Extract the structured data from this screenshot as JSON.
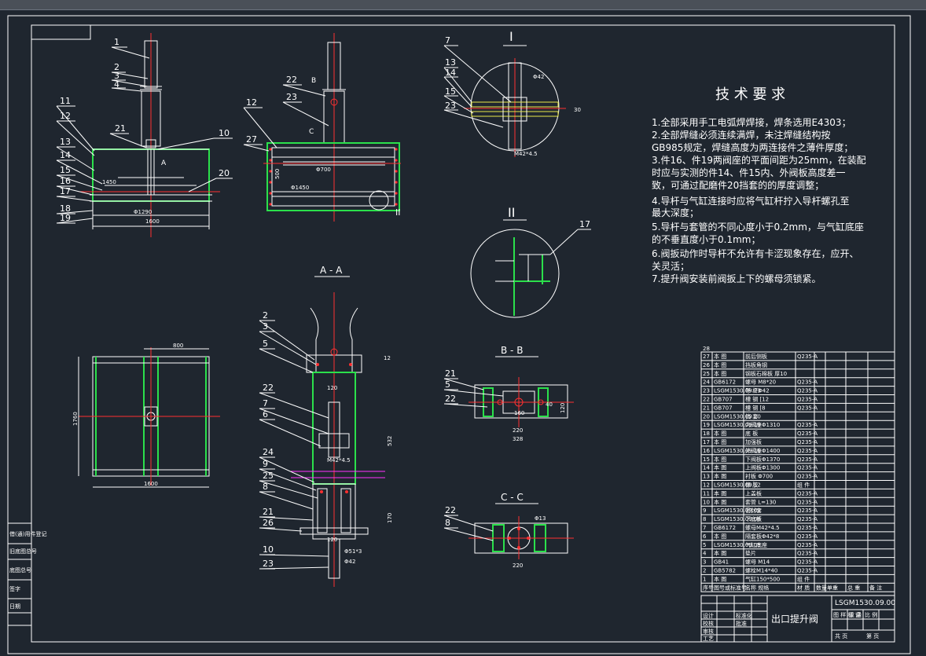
{
  "colors": {
    "background": "#1f262f",
    "line": "#ffffff",
    "weld": "#2be04b",
    "center": "#ff3030",
    "dim": "#ff33ff"
  },
  "drawing": {
    "title": "出口提升阀",
    "number": "LSGM1530.09.00",
    "section_I": "I",
    "section_II": "II",
    "section_AA": "A - A",
    "section_BB": "B - B",
    "section_CC": "C - C"
  },
  "requirements": {
    "heading": "技 术 要 求",
    "lines": [
      "1.全部采用手工电弧焊焊接，焊条选用E4303；",
      "2.全部焊缝必须连续满焊，未注焊缝结构按",
      "  GB985规定，焊缝高度为两连接件之薄件厚度；",
      "3.件16、件19两阀座的平面间距为25mm，在装配",
      "  时应与实测的件14、件15内、外阀板高度差一",
      "  致，可通过配磨件20挡套的的厚度调整；",
      "4.导杆与气缸连接时应将气缸杆拧入导杆螺孔至",
      "  最大深度；",
      "5.导杆与套管的不同心度小于0.2mm，与气缸底座",
      "  的不垂直度小于0.1mm；",
      "6.阀扳动作时导杆不允许有卡涩现象存在，应开、",
      "  关灵活；",
      "7.提升阀安装前阀扳上下的螺母须锁紧。"
    ]
  },
  "front_view": {
    "labels": [
      "1",
      "2",
      "3",
      "4",
      "11",
      "12",
      "21",
      "10",
      "13",
      "14",
      "15",
      "16",
      "17",
      "18",
      "19",
      "20"
    ],
    "dims": [
      "1450",
      "Φ1290",
      "1600",
      "A"
    ]
  },
  "side_view": {
    "labels": [
      "22",
      "23",
      "12",
      "27"
    ],
    "dims": [
      "Φ700",
      "Φ1450",
      "500",
      "B",
      "C"
    ]
  },
  "top_view": {
    "dims": [
      "800",
      "1760",
      "1600"
    ]
  },
  "detail_I": {
    "labels": [
      "7",
      "13",
      "14",
      "15",
      "23"
    ],
    "dims": [
      "Φ42",
      "30",
      "M42*4.5"
    ]
  },
  "detail_II": {
    "labels": [
      "17"
    ]
  },
  "section_aa": {
    "labels": [
      "2",
      "3",
      "5",
      "22",
      "7",
      "6",
      "24",
      "9",
      "25",
      "8",
      "21",
      "26",
      "10",
      "23"
    ],
    "dims": [
      "120",
      "M42*4.5",
      "120",
      "Φ51*3",
      "Φ42",
      "532",
      "170",
      "12"
    ]
  },
  "section_bb": {
    "labels": [
      "21",
      "5",
      "22"
    ],
    "dims": [
      "160",
      "220",
      "328",
      "40",
      "120"
    ]
  },
  "section_cc": {
    "labels": [
      "22",
      "8"
    ],
    "dims": [
      "220",
      "Φ13"
    ]
  },
  "bom": {
    "count_label": "28",
    "rows": [
      [
        "27",
        "本 图",
        "前后侧板",
        "Q235-A"
      ],
      [
        "26",
        "本 图",
        "挡板角钢",
        ""
      ],
      [
        "25",
        "本 图",
        "钢板石棉板 厚10",
        ""
      ],
      [
        "24",
        "GB6172",
        "螺母 M8*20",
        "Q235-A"
      ],
      [
        "23",
        "LSGM1530.09.23",
        "导 杆Φ42",
        "Q235-A"
      ],
      [
        "22",
        "GB707",
        "槽 钢 [12",
        "Q235-A"
      ],
      [
        "21",
        "GB707",
        "槽 钢 [8",
        "Q235-A"
      ],
      [
        "20",
        "LSGM1530.09.20",
        "挡 套",
        ""
      ],
      [
        "19",
        "LSGM1530.09.19",
        "内阀座Φ1310",
        "Q235-A"
      ],
      [
        "18",
        "本 图",
        "底 板",
        "Q235-A"
      ],
      [
        "17",
        "本 图",
        "加强板",
        "Q235-A"
      ],
      [
        "16",
        "LSGM1530.09.16",
        "外阀座Φ1400",
        "Q235-A"
      ],
      [
        "15",
        "本 图",
        "下阀板Φ1370",
        "Q235-A"
      ],
      [
        "14",
        "本 图",
        "上阀板Φ1300",
        "Q235-A"
      ],
      [
        "13",
        "本 图",
        "衬板 Φ700",
        "Q235-A"
      ],
      [
        "12",
        "LSGM1530.09.12",
        "橡 胶",
        "组 件"
      ],
      [
        "11",
        "本 图",
        "上盖板",
        "Q235-A"
      ],
      [
        "10",
        "本 图",
        "套管 L=130",
        "Q235-A"
      ],
      [
        "9",
        "LSGM1530.09.09",
        "密封套",
        "Q235-A"
      ],
      [
        "8",
        "LSGM1530.09.08",
        "下底板",
        "Q235-A"
      ],
      [
        "7",
        "GB6172",
        "螺母M42*4.5",
        "Q235-A"
      ],
      [
        "6",
        "本 图",
        "隔套板Φ42*8",
        "Q235-A"
      ],
      [
        "5",
        "LSGM1530.09.05",
        "气缸底座",
        "Q235-A"
      ],
      [
        "4",
        "本 图",
        "垫片",
        "Q235-A"
      ],
      [
        "3",
        "GB41",
        "螺母 M14",
        "Q235-A"
      ],
      [
        "2",
        "GB5782",
        "螺栓M14*40",
        "Q235-A"
      ],
      [
        "1",
        "本 图",
        "气缸150*500",
        "组 件"
      ]
    ],
    "header": [
      "序号",
      "图号或标准号",
      "名称 规格",
      "材 质",
      "数量",
      "单重",
      "总 重",
      "备 注"
    ]
  },
  "title_block": {
    "left_cells": [
      "设计",
      "校核",
      "审核",
      "工艺",
      "标准化",
      "批准"
    ],
    "right_cells": [
      "图 样 标 记",
      "重 量",
      "比 例",
      "共  页",
      "第  页"
    ]
  },
  "side_stamp": [
    "借(通)用件登记",
    "旧底图总号",
    "底图总号",
    "签字",
    "日期"
  ]
}
